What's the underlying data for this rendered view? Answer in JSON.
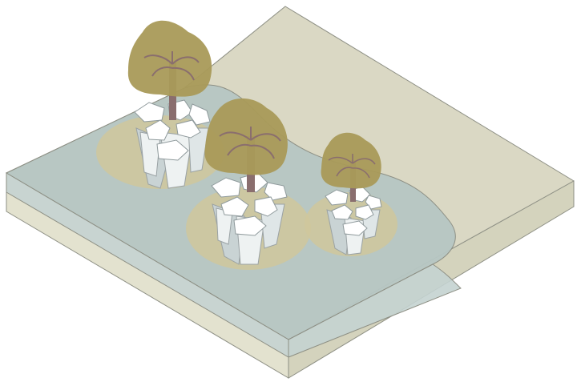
{
  "colors": {
    "background": "#ffffff",
    "ground_top": "#dad8c4",
    "ground_side": "#e3e2cf",
    "ground_front": "#d4d3bd",
    "water": "#b6c6c3",
    "water_side": "#c4d3d0",
    "planting_pad": "#cfc79c",
    "pot_light": "#eef2f2",
    "pot_shade": "#c9d3d4",
    "canopy": "#a99a58",
    "trunk": "#8a6e6e"
  },
  "icons": {
    "tree": "tree-icon",
    "float": "hexagonal-float-icon"
  },
  "trees": [
    {
      "id": "tree-1",
      "canopy_size": "large"
    },
    {
      "id": "tree-2",
      "canopy_size": "large"
    },
    {
      "id": "tree-3",
      "canopy_size": "small"
    }
  ]
}
